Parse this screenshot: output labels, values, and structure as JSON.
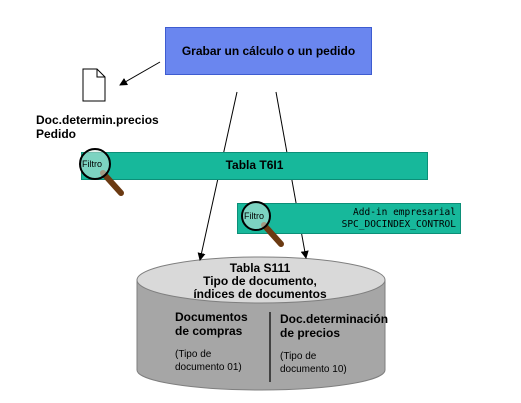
{
  "top_box": {
    "label": "Grabar un cálculo o un pedido"
  },
  "document": {
    "icon": "document-icon",
    "line1": "Doc.determin.precios",
    "line2": "Pedido"
  },
  "table_t681": {
    "title": "Tabla T6I1",
    "filter_label": "Filtro",
    "icon": "magnifier-icon"
  },
  "addin": {
    "line1": "Add-in empresarial",
    "line2": "SPC_DOCINDEX_CONTROL",
    "filter_label": "Filtro",
    "icon": "magnifier-icon"
  },
  "table_s111": {
    "line1": "Tabla S111",
    "line2": "Tipo de documento,",
    "line3": "índices de documentos"
  },
  "segment_left": {
    "title1": "Documentos",
    "title2": "de compras",
    "sub1": "(Tipo de",
    "sub2": "documento 01)"
  },
  "segment_right": {
    "title1": "Doc.determinación",
    "title2": "de precios",
    "sub1": "(Tipo de",
    "sub2": "documento 10)"
  },
  "colors": {
    "box_blue": "#6a86ef",
    "bar_teal": "#17b89b",
    "cylinder_top": "#d9d9d9",
    "cylinder_body": "#a6a6a6"
  }
}
